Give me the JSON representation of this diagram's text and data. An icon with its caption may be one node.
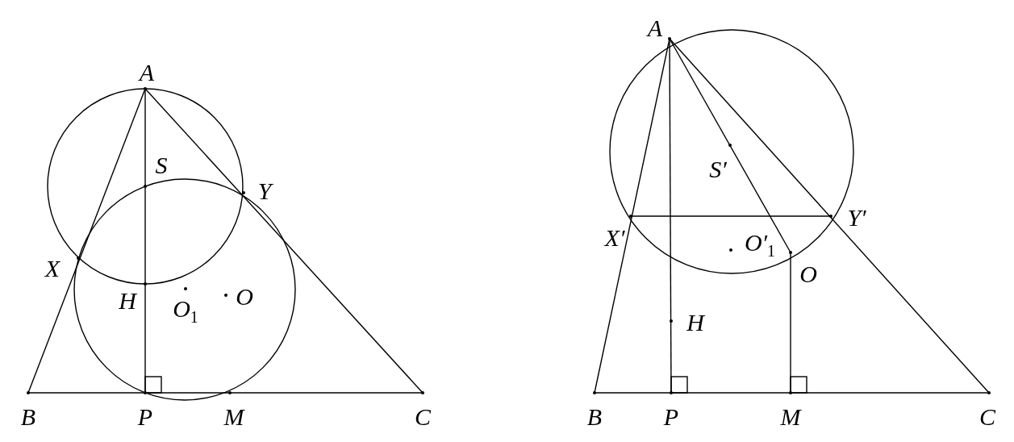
{
  "diagram": {
    "labels": [
      "A",
      "S",
      "Y",
      "X",
      "H",
      "O$_{1}$",
      "O",
      "B",
      "P",
      "M",
      "C",
      "A",
      "S′",
      "X′",
      "Y′",
      "O′$_{1}$",
      "O",
      "H",
      "B",
      "P",
      "M",
      "C"
    ]
  }
}
